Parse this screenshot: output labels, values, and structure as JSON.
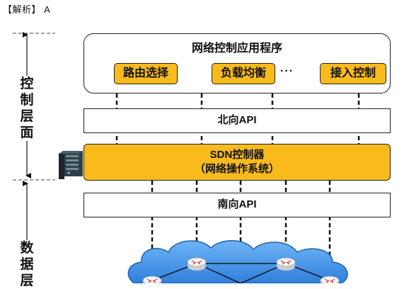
{
  "header": {
    "text": "【解析】 A"
  },
  "app_layer": {
    "title": "网络控制应用程序",
    "apps": [
      "路由选择",
      "负载均衡",
      "接入控制"
    ],
    "ellipsis": "···"
  },
  "northbound_api": "北向API",
  "controller": {
    "line1": "SDN控制器",
    "line2": "（网络操作系统）"
  },
  "southbound_api": "南向API",
  "side_labels": {
    "control_plane": [
      "控",
      "制",
      "层",
      "面"
    ],
    "data_plane": [
      "数",
      "据",
      "层"
    ]
  },
  "colors": {
    "accent": "#f8bb1b",
    "cloud": "#3a8ee8",
    "server": "#2f3e46"
  }
}
